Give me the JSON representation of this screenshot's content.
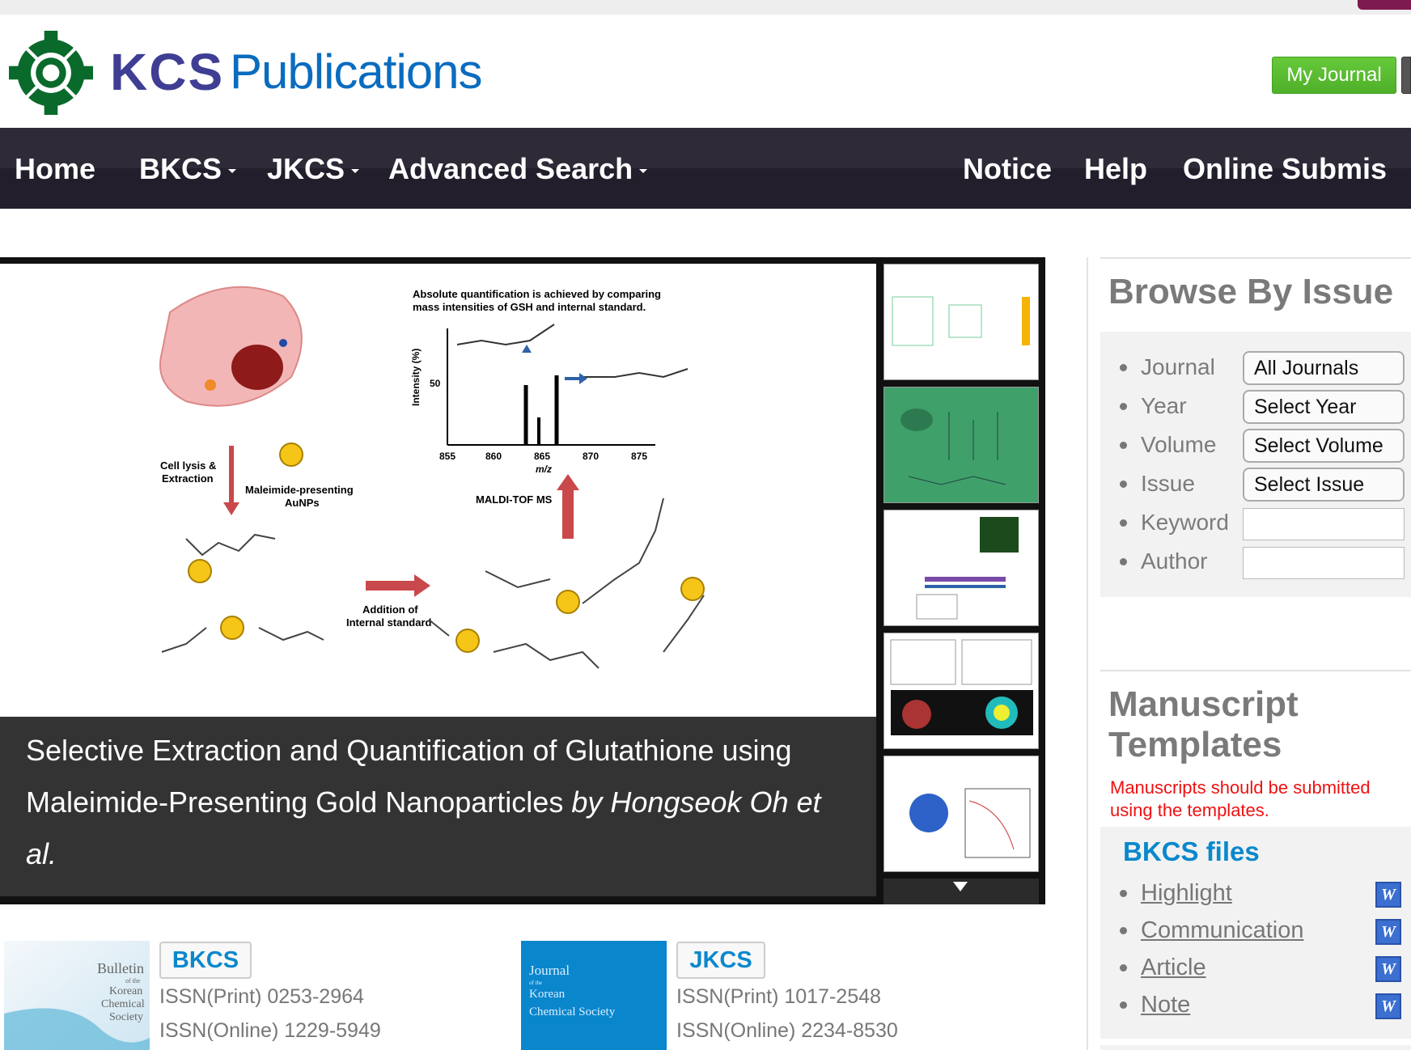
{
  "header": {
    "logo_kcs": "KCS",
    "logo_publications": "Publications",
    "my_journal": "My Journal"
  },
  "nav": {
    "items": [
      {
        "label": "Home"
      },
      {
        "label": "BKCS"
      },
      {
        "label": "JKCS"
      },
      {
        "label": "Advanced Search"
      },
      {
        "label": "Notice"
      },
      {
        "label": "Help"
      },
      {
        "label": "Online Submis"
      }
    ]
  },
  "slider": {
    "figure": {
      "top_note_1": "Absolute quantification is achieved by comparing",
      "top_note_2": "mass intensities of GSH and internal standard.",
      "y_label": "Intensity (%)",
      "y_tick": "50",
      "x_ticks": [
        "855",
        "860",
        "865",
        "870",
        "875"
      ],
      "x_label": "m/z",
      "cell_lysis_1": "Cell lysis &",
      "cell_lysis_2": "Extraction",
      "aunp_1": "Maleimide-presenting",
      "aunp_2": "AuNPs",
      "maldi": "MALDI-TOF MS",
      "addition_1": "Addition of",
      "addition_2": "Internal standard"
    },
    "caption_title": "Selective Extraction and Quantification of Glutathione using Maleimide-Presenting Gold Nanoparticles",
    "caption_author": "by Hongseok Oh et al."
  },
  "browse": {
    "title": "Browse By Issue",
    "rows": [
      {
        "label": "Journal",
        "value": "All Journals"
      },
      {
        "label": "Year",
        "value": "Select Year"
      },
      {
        "label": "Volume",
        "value": "Select Volume"
      },
      {
        "label": "Issue",
        "value": "Select Issue"
      },
      {
        "label": "Keyword",
        "value": ""
      },
      {
        "label": "Author",
        "value": ""
      }
    ]
  },
  "templates": {
    "title": "Manuscript Templates",
    "note": "Manuscripts should be submitted using the templates.",
    "bkcs_title": "BKCS files",
    "files": [
      {
        "label": "Highlight"
      },
      {
        "label": "Communication"
      },
      {
        "label": "Article"
      },
      {
        "label": "Note"
      }
    ],
    "word_icon_glyph": "W"
  },
  "journals": [
    {
      "badge": "BKCS",
      "issn_print": "ISSN(Print) 0253-2964",
      "issn_online": "ISSN(Online) 1229-5949",
      "cover_text": [
        "Bulletin",
        "of the",
        "Korean",
        "Chemical",
        "Society"
      ]
    },
    {
      "badge": "JKCS",
      "issn_print": "ISSN(Print) 1017-2548",
      "issn_online": "ISSN(Online) 2234-8530",
      "cover_text": [
        "Journal",
        "of the",
        "Korean",
        "Chemical Society"
      ]
    }
  ],
  "colors": {
    "nav_bg": "#2a2535",
    "green": "#5ac132",
    "blue": "#0a88cc",
    "red": "#ee1111"
  }
}
